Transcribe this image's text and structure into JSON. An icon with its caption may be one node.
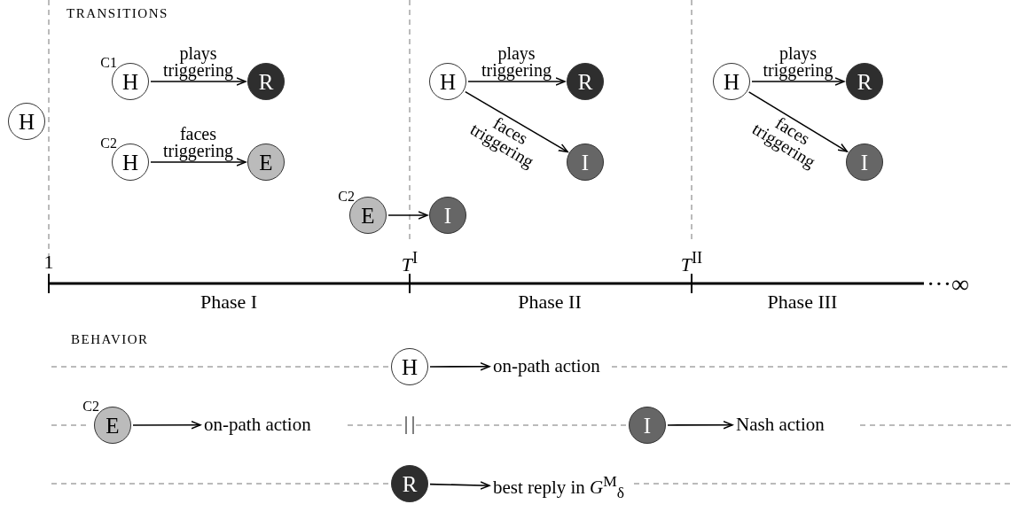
{
  "diagram": {
    "nodes": [
      {
        "text": [
          "H"
        ]
      },
      {
        "text": [
          "H"
        ],
        "beside": [
          "C1"
        ]
      },
      {
        "text": [
          "R"
        ]
      },
      {
        "text": [
          "H"
        ],
        "beside": [
          "C2"
        ]
      },
      {
        "text": [
          "E"
        ]
      },
      {
        "text": [
          "E"
        ],
        "beside": [
          "C2"
        ]
      },
      {
        "text": [
          "I"
        ]
      },
      {
        "text": [
          "H"
        ]
      },
      {
        "text": [
          "R"
        ]
      },
      {
        "text": [
          "I"
        ]
      },
      {
        "text": [
          "H"
        ]
      },
      {
        "text": [
          "R"
        ]
      },
      {
        "text": [
          "I"
        ]
      },
      {
        "text": [
          "H"
        ]
      },
      {
        "text": [
          "on-path action"
        ]
      },
      {
        "text": [
          "E"
        ],
        "beside": [
          "C2"
        ]
      },
      {
        "text": [
          "on-path action"
        ]
      },
      {
        "text": [
          "I"
        ]
      },
      {
        "text": [
          "Nash action"
        ]
      },
      {
        "text": [
          "R"
        ]
      },
      {
        "text": [
          "best reply in *G*$^{M}$$_{δ}$"
        ]
      }
    ],
    "edges": [
      {
        "from": 1,
        "to": 2,
        "arrow": "to",
        "label": "plays triggering"
      },
      {
        "from": 3,
        "to": 4,
        "arrow": "to",
        "label": "faces triggering"
      },
      {
        "from": 5,
        "to": 6,
        "arrow": "to"
      },
      {
        "from": 7,
        "to": 8,
        "arrow": "to",
        "label": "plays triggering"
      },
      {
        "from": 7,
        "to": 9,
        "arrow": "to",
        "label": "faces triggering"
      },
      {
        "from": 10,
        "to": 11,
        "arrow": "to",
        "label": "plays triggering"
      },
      {
        "from": 10,
        "to": 12,
        "arrow": "to",
        "label": "faces triggering"
      },
      {
        "from": 13,
        "to": 14,
        "arrow": "to"
      },
      {
        "from": 15,
        "to": 16,
        "arrow": "to"
      },
      {
        "from": 17,
        "to": 18,
        "arrow": "to"
      },
      {
        "from": 19,
        "to": 20,
        "arrow": "to"
      }
    ],
    "labels": [
      "TRANSITIONS",
      "1",
      "*T*$^{I}$",
      "*T*$^{II}$",
      "Phase I",
      "Phase II",
      "Phase III",
      "···∞",
      "BEHAVIOR"
    ]
  }
}
